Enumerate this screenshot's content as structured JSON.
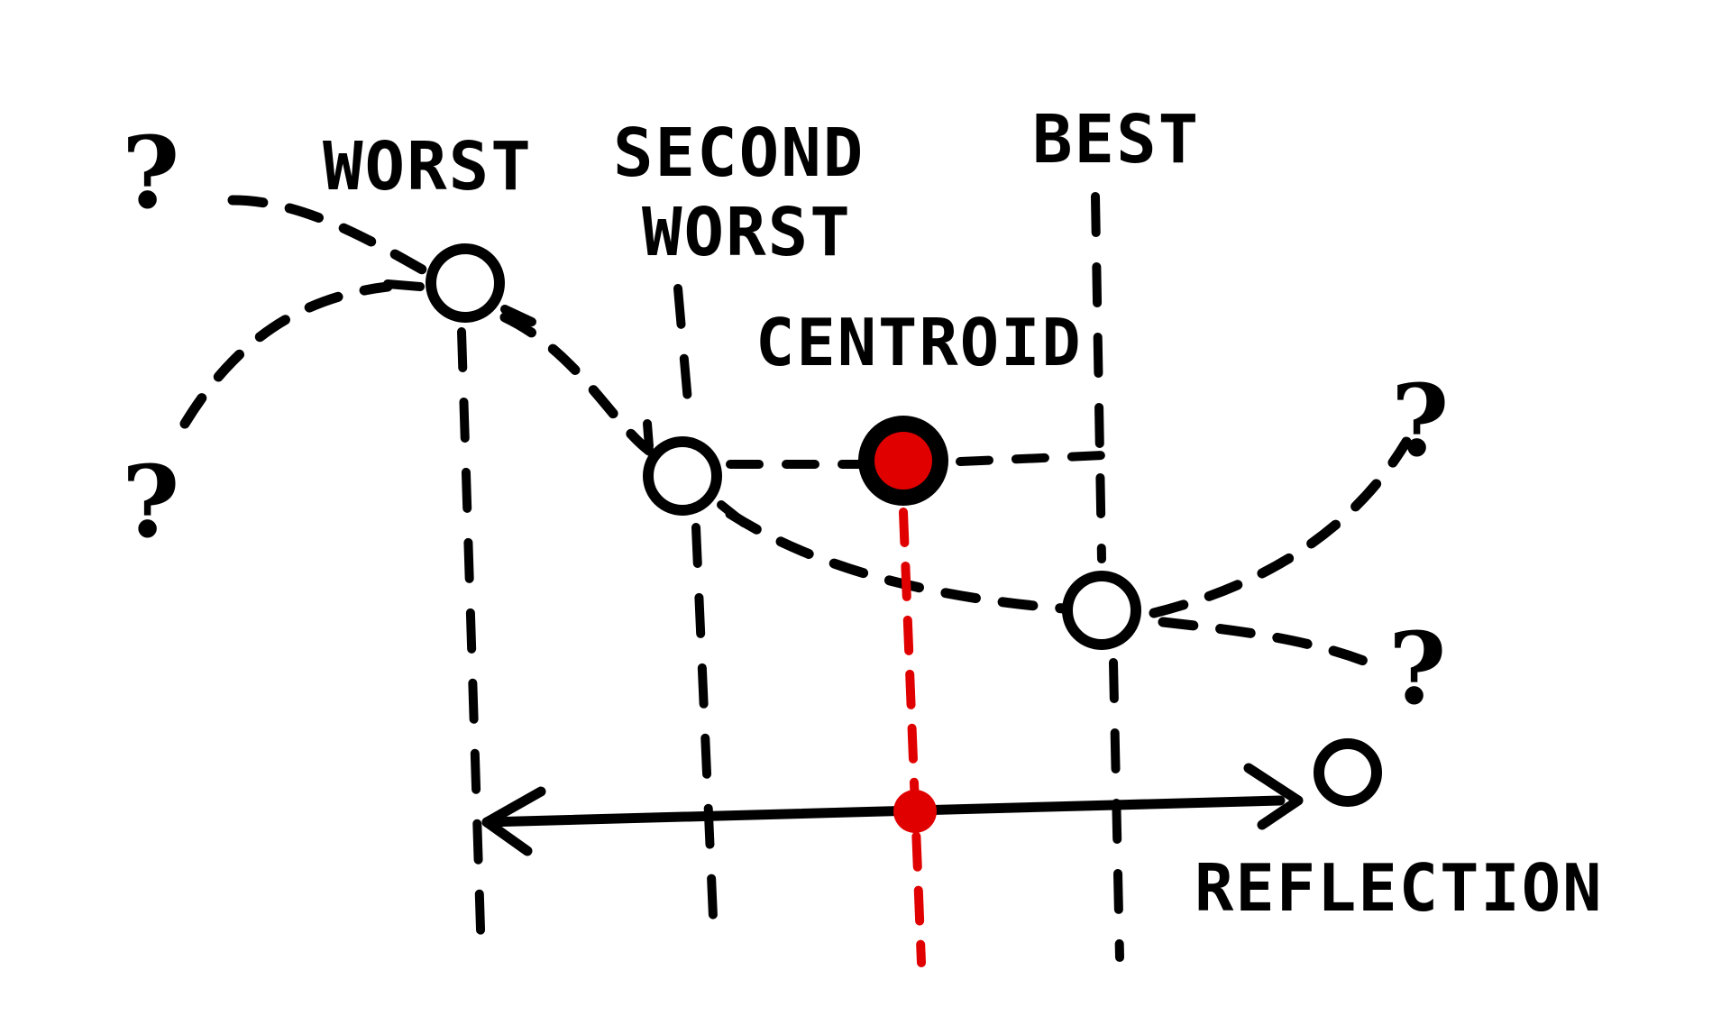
{
  "diagram": {
    "labels": {
      "worst": "WORST",
      "second_worst_line1": "SECOND",
      "second_worst_line2": "WORST",
      "best": "BEST",
      "centroid": "CENTROID",
      "reflection": "REFLECTION"
    },
    "unknown_marker": "?",
    "colors": {
      "ink": "#000000",
      "centroid": "#e00000",
      "background": "#ffffff"
    }
  }
}
